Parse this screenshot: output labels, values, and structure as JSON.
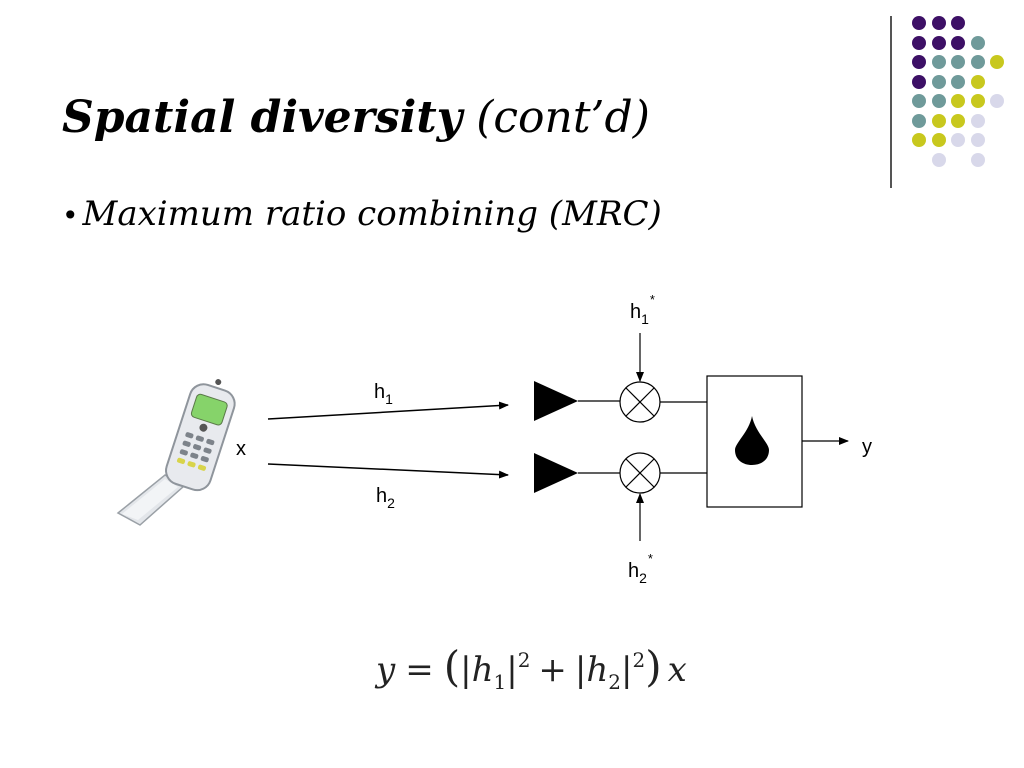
{
  "slide": {
    "title_bold": "Spatial diversity",
    "title_rest": "(cont’d)",
    "bullet_marker": "•",
    "bullet_text": "Maximum ratio combining (MRC)"
  },
  "diagram": {
    "source_label": "x",
    "channel1": {
      "base": "h",
      "sub": "1"
    },
    "channel2": {
      "base": "h",
      "sub": "2"
    },
    "weight1": {
      "base": "h",
      "sub": "1",
      "sup": "*"
    },
    "weight2": {
      "base": "h",
      "sub": "2",
      "sup": "*"
    },
    "output_label": "y"
  },
  "formula": {
    "lhs": "y",
    "eq": "=",
    "h": "h",
    "sub1": "1",
    "sub2": "2",
    "exp": "2",
    "plus": "+",
    "x": "x"
  },
  "colors": {
    "purple": "#3d1066",
    "teal": "#6f9a9a",
    "yellow": "#c8c81e",
    "lavender": "#d8d8ea"
  },
  "decor_dot_grid": [
    [
      "purple",
      "purple",
      "purple",
      "",
      ""
    ],
    [
      "purple",
      "purple",
      "purple",
      "teal",
      ""
    ],
    [
      "purple",
      "teal",
      "teal",
      "teal",
      "yellow"
    ],
    [
      "purple",
      "teal",
      "teal",
      "yellow",
      ""
    ],
    [
      "teal",
      "teal",
      "yellow",
      "yellow",
      "lavender"
    ],
    [
      "teal",
      "yellow",
      "yellow",
      "lavender",
      ""
    ],
    [
      "yellow",
      "yellow",
      "lavender",
      "lavender",
      ""
    ],
    [
      "",
      "lavender",
      "",
      "lavender",
      ""
    ]
  ]
}
